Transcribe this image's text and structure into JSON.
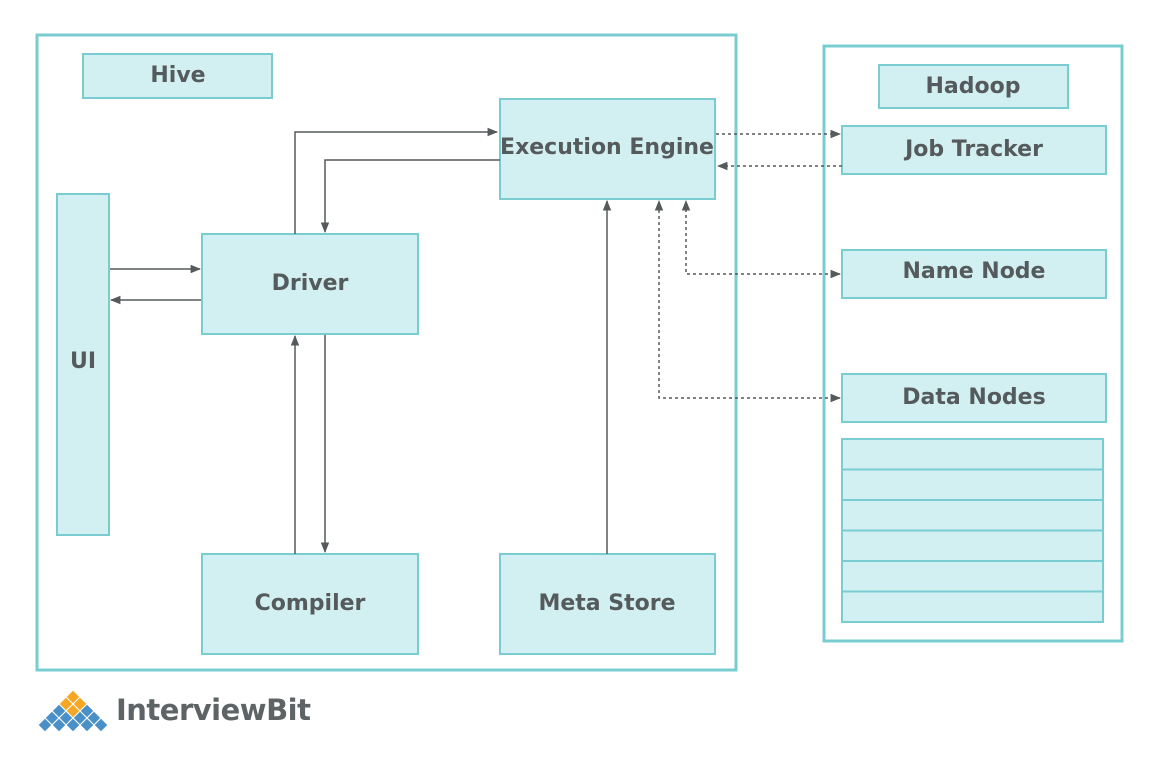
{
  "hive": {
    "title": "Hive",
    "ui": "UI",
    "driver": "Driver",
    "compiler": "Compiler",
    "execution_engine": "Execution Engine",
    "meta_store": "Meta Store"
  },
  "hadoop": {
    "title": "Hadoop",
    "job_tracker": "Job Tracker",
    "name_node": "Name Node",
    "data_nodes": "Data Nodes",
    "data_node_rows": 6
  },
  "brand": {
    "name": "InterviewBit"
  },
  "colors": {
    "box_fill": "#d2f0f1",
    "box_stroke": "#79cdd1",
    "text": "#555a5c",
    "arrow": "#555a5c",
    "logo_orange": "#f5a623",
    "logo_blue": "#4a90c8"
  }
}
